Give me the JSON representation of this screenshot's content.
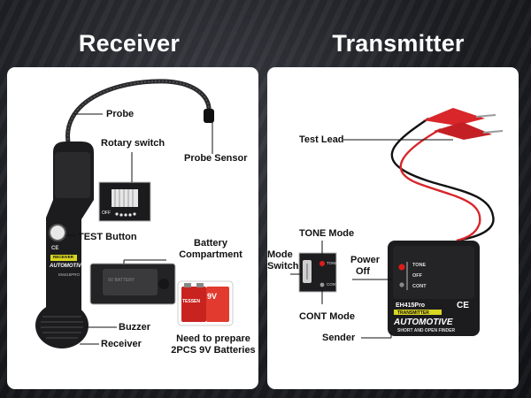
{
  "receiver": {
    "title": "Receiver",
    "labels": {
      "probe": "Probe",
      "rotary_switch": "Rotary switch",
      "probe_sensor": "Probe Sensor",
      "test_button": "TEST Button",
      "battery_compartment_1": "Battery",
      "battery_compartment_2": "Compartment",
      "buzzer": "Buzzer",
      "receiver": "Receiver",
      "note_1": "Need to prepare",
      "note_2": "2PCS 9V Batteries"
    },
    "device_text": {
      "brand": "AUTOMOTIVE",
      "model": "EM415PRO",
      "sub": "RECEIVER",
      "ce": "CE",
      "off": "OFF"
    },
    "battery_text": {
      "brand": "TESSEN",
      "voltage": "9V",
      "compartment_text": "9V BATTERY"
    }
  },
  "transmitter": {
    "title": "Transmitter",
    "labels": {
      "test_lead": "Test Lead",
      "tone_mode": "TONE Mode",
      "mode_switch_1": "Mode",
      "mode_switch_2": "Switch",
      "power_off_1": "Power",
      "power_off_2": "Off",
      "cont_mode": "CONT Mode",
      "sender": "Sender"
    },
    "device_text": {
      "tone": "TONE",
      "off": "OFF",
      "cont": "CONT",
      "model": "EH415Pro",
      "sub": "TRANSMITTER",
      "brand": "AUTOMOTIVE",
      "tagline": "SHORT AND OPEN FINDER",
      "ce": "CE"
    }
  },
  "colors": {
    "led_red": "#e01b1b",
    "clip_red": "#d8262b",
    "yellow_band": "#d9d621",
    "device_black": "#1c1c1e"
  }
}
